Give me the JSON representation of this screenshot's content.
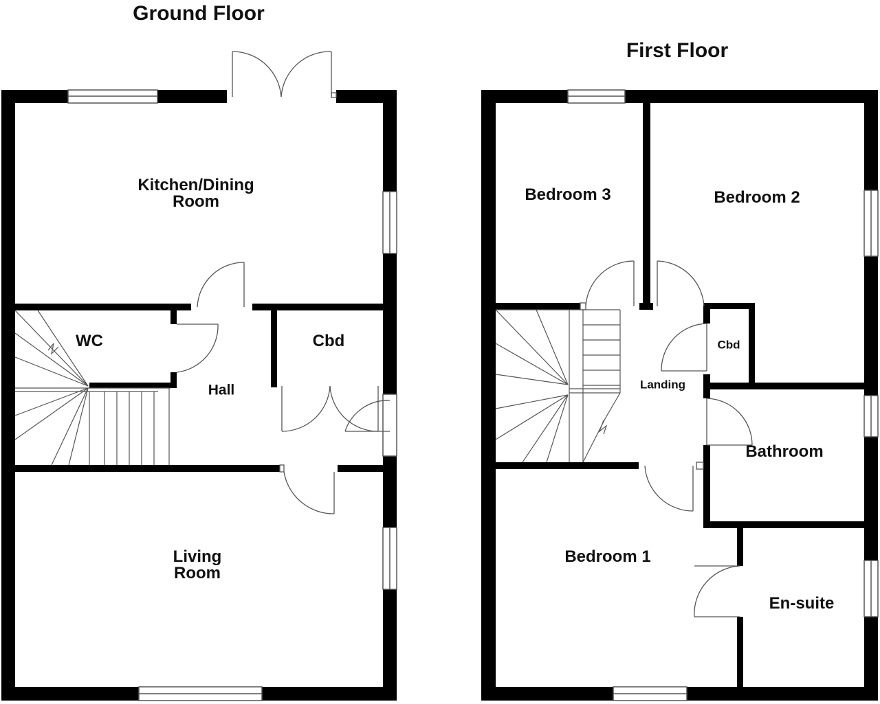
{
  "floors": {
    "ground": {
      "title": "Ground Floor",
      "rooms": {
        "kitchen_line1": "Kitchen/Dining",
        "kitchen_line2": "Room",
        "wc": "WC",
        "hall": "Hall",
        "cbd": "Cbd",
        "living_line1": "Living",
        "living_line2": "Room"
      }
    },
    "first": {
      "title": "First Floor",
      "rooms": {
        "bedroom3": "Bedroom 3",
        "bedroom2": "Bedroom 2",
        "landing": "Landing",
        "cbd": "Cbd",
        "bathroom": "Bathroom",
        "bedroom1": "Bedroom 1",
        "ensuite": "En-suite"
      }
    }
  },
  "colors": {
    "wall": "#000000",
    "line": "#555555",
    "background": "#ffffff"
  }
}
